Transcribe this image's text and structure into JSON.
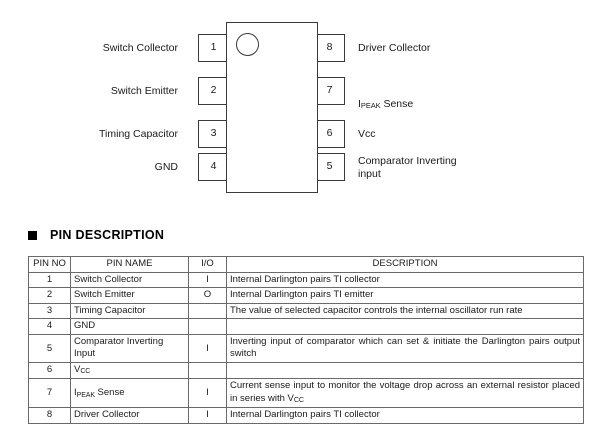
{
  "diagram": {
    "package_dot": "orientation-dot",
    "left_pins": [
      {
        "number": "1",
        "label": "Switch Collector"
      },
      {
        "number": "2",
        "label": "Switch Emitter"
      },
      {
        "number": "3",
        "label": "Timing Capacitor"
      },
      {
        "number": "4",
        "label": "GND"
      }
    ],
    "right_pins": [
      {
        "number": "8",
        "label": "Driver Collector",
        "label_parts": null
      },
      {
        "number": "7",
        "label": "IPEAK Sense",
        "label_parts": {
          "main": "I",
          "small": "PEAK",
          "rest": " Sense"
        }
      },
      {
        "number": "6",
        "label": "Vcc",
        "label_parts": null
      },
      {
        "number": "5",
        "label": "Comparator Inverting\ninput",
        "label_parts": null
      }
    ]
  },
  "section": {
    "heading": "PIN DESCRIPTION",
    "bullet": "square-bullet"
  },
  "table": {
    "headers": [
      "PIN NO",
      "PIN NAME",
      "I/O",
      "DESCRIPTION"
    ],
    "rows": [
      {
        "pin_no": "1",
        "pin_name": "Switch Collector",
        "io": "I",
        "description": "Internal Darlington pairs TI collector"
      },
      {
        "pin_no": "2",
        "pin_name": "Switch Emitter",
        "io": "O",
        "description": "Internal Darlington pairs TI emitter"
      },
      {
        "pin_no": "3",
        "pin_name": "Timing Capacitor",
        "io": "",
        "description": "The value of selected capacitor controls the internal oscillator run rate"
      },
      {
        "pin_no": "4",
        "pin_name": "GND",
        "io": "",
        "description": ""
      },
      {
        "pin_no": "5",
        "pin_name": "Comparator Inverting Input",
        "io": "I",
        "description": "Inverting input of comparator which can set & initiate the Darlington pairs output switch"
      },
      {
        "pin_no": "6",
        "pin_name": "VCC",
        "pin_name_parts": {
          "main": "V",
          "sub": "CC"
        },
        "io": "",
        "description": ""
      },
      {
        "pin_no": "7",
        "pin_name": "IPEAK Sense",
        "pin_name_parts": {
          "main": "I",
          "sub": "PEAK",
          "rest": " Sense"
        },
        "io": "I",
        "description": "Current sense input to monitor the voltage drop across an external resistor placed in series with VCC",
        "description_parts": {
          "pre": "Current sense input to monitor the voltage drop across an external resistor placed in series with V",
          "sub": "CC"
        }
      },
      {
        "pin_no": "8",
        "pin_name": "Driver Collector",
        "io": "I",
        "description": "Internal Darlington pairs TI collector"
      }
    ]
  }
}
